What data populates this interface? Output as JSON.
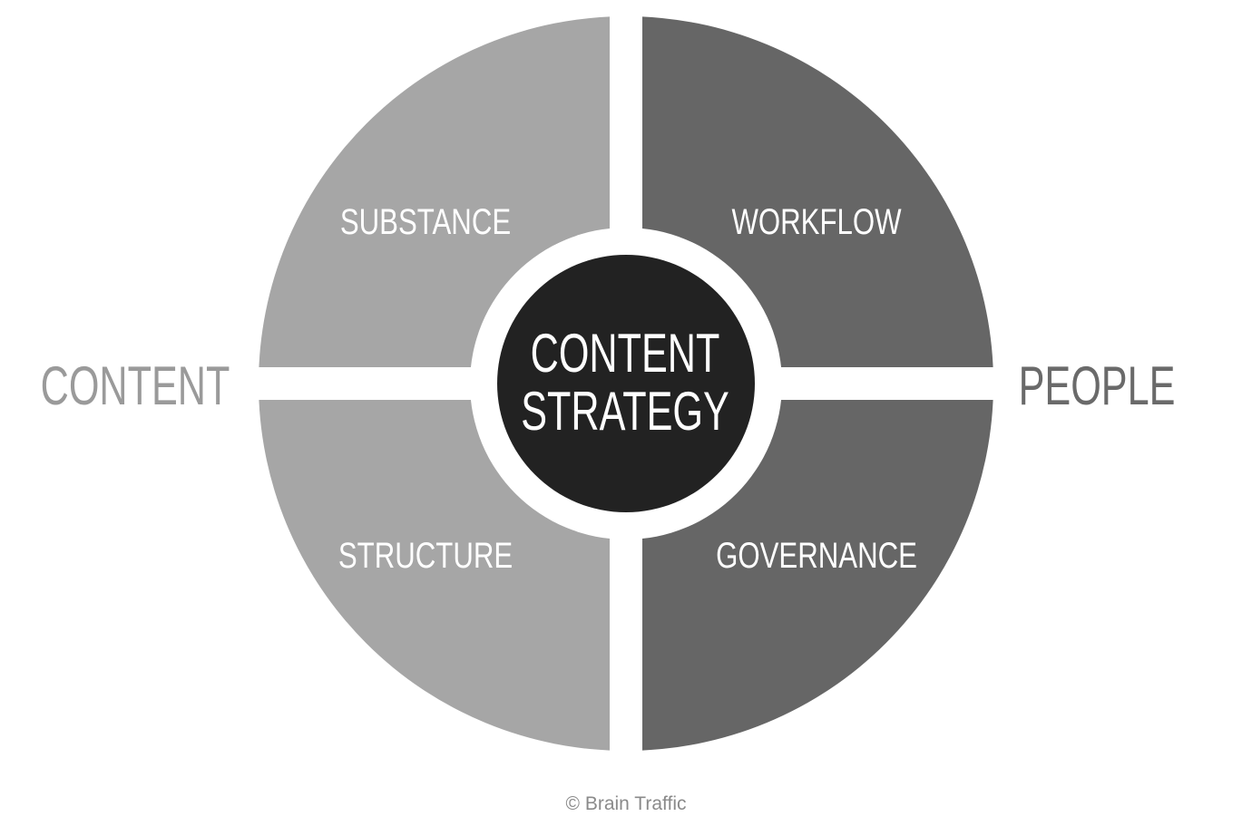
{
  "center": {
    "line1": "CONTENT",
    "line2": "STRATEGY"
  },
  "quadrants": {
    "top_left": "SUBSTANCE",
    "top_right": "WORKFLOW",
    "bottom_left": "STRUCTURE",
    "bottom_right": "GOVERNANCE"
  },
  "side_labels": {
    "left": "CONTENT",
    "right": "PEOPLE"
  },
  "credit": "© Brain Traffic",
  "colors": {
    "content": "#a6a6a6",
    "people": "#666666",
    "center": "#222222",
    "left_label": "#9a9a9a",
    "right_label": "#6a6a6a"
  }
}
